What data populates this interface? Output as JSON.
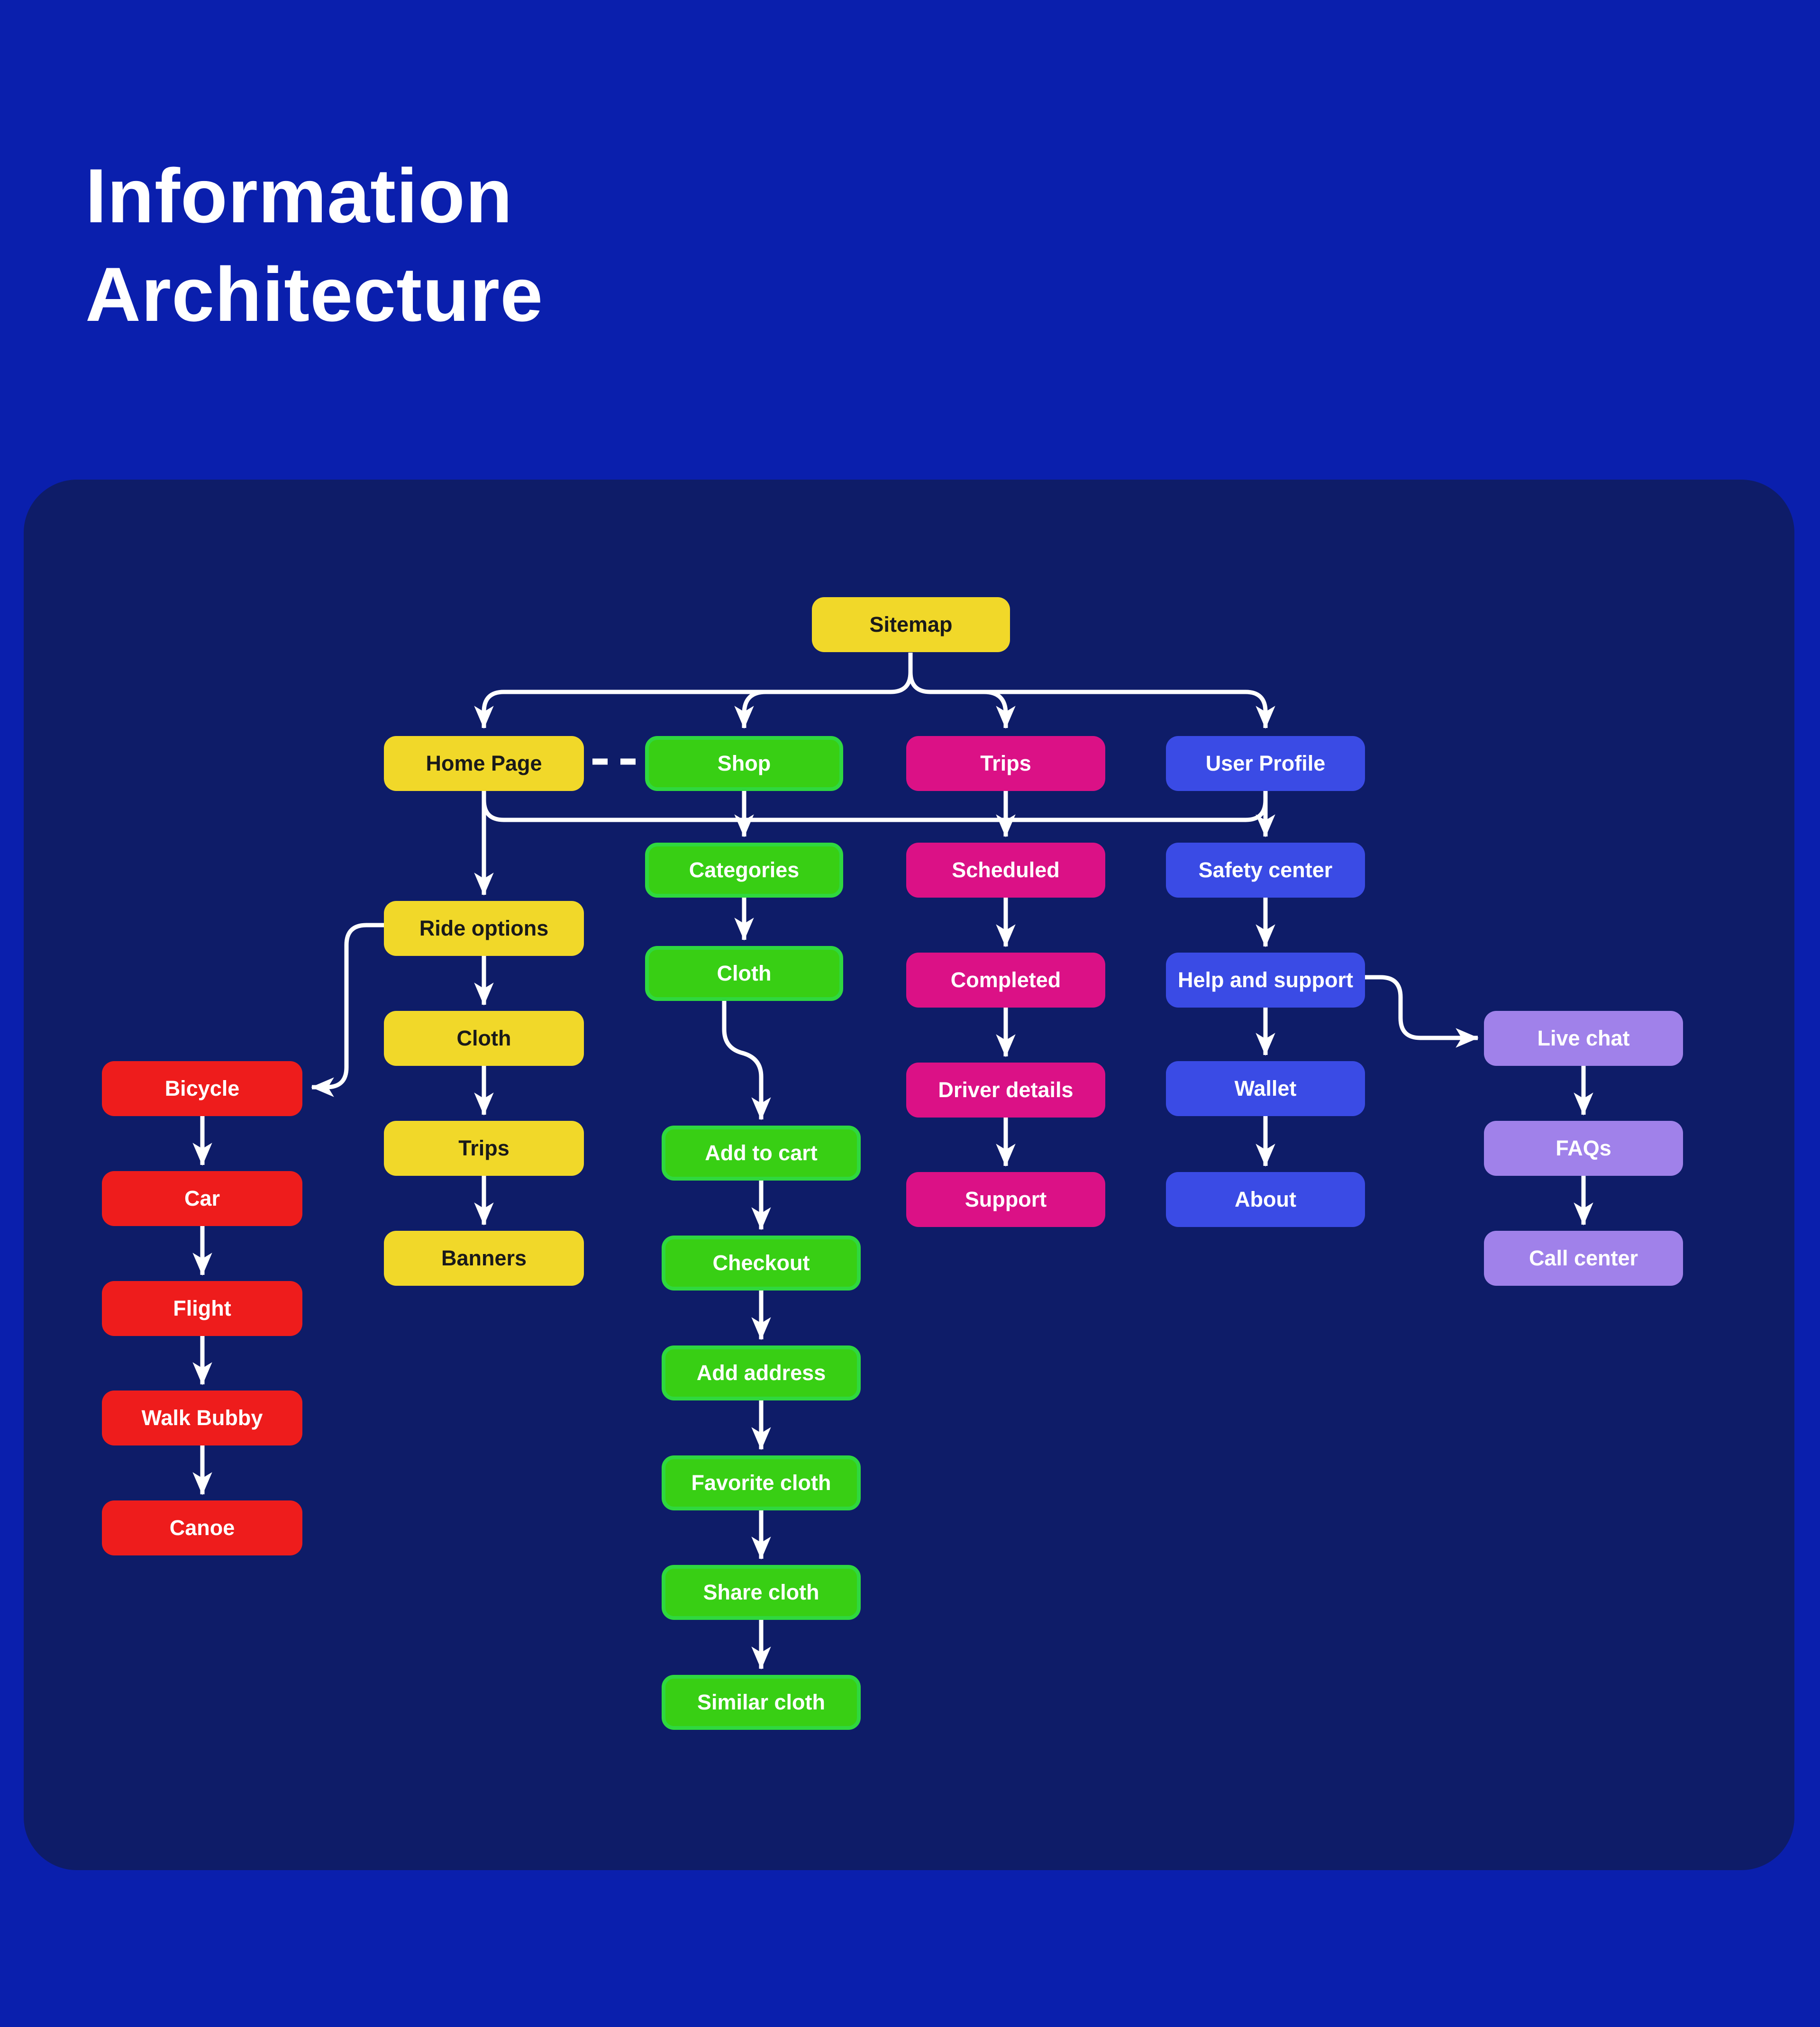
{
  "title": {
    "line1": "Information",
    "line2": "Architecture"
  },
  "nodes": {
    "sitemap": {
      "label": "Sitemap"
    },
    "home_page": {
      "label": "Home Page"
    },
    "shop": {
      "label": "Shop"
    },
    "trips_main": {
      "label": "Trips"
    },
    "user_profile": {
      "label": "User Profile"
    },
    "ride_options": {
      "label": "Ride options"
    },
    "home_cloth": {
      "label": "Cloth"
    },
    "home_trips": {
      "label": "Trips"
    },
    "banners": {
      "label": "Banners"
    },
    "bicycle": {
      "label": "Bicycle"
    },
    "car": {
      "label": "Car"
    },
    "flight": {
      "label": "Flight"
    },
    "walk_bubby": {
      "label": "Walk Bubby"
    },
    "canoe": {
      "label": "Canoe"
    },
    "categories": {
      "label": "Categories"
    },
    "shop_cloth": {
      "label": "Cloth"
    },
    "add_to_cart": {
      "label": "Add to cart"
    },
    "checkout": {
      "label": "Checkout"
    },
    "add_address": {
      "label": "Add address"
    },
    "favorite_cloth": {
      "label": "Favorite cloth"
    },
    "share_cloth": {
      "label": "Share cloth"
    },
    "similar_cloth": {
      "label": "Similar cloth"
    },
    "scheduled": {
      "label": "Scheduled"
    },
    "completed": {
      "label": "Completed"
    },
    "driver_details": {
      "label": "Driver details"
    },
    "support": {
      "label": "Support"
    },
    "safety_center": {
      "label": "Safety center"
    },
    "help_and_support": {
      "label": "Help and support"
    },
    "wallet": {
      "label": "Wallet"
    },
    "about": {
      "label": "About"
    },
    "live_chat": {
      "label": "Live chat"
    },
    "faqs": {
      "label": "FAQs"
    },
    "call_center": {
      "label": "Call center"
    }
  },
  "edges": [
    {
      "from": "sitemap",
      "to": "home_page"
    },
    {
      "from": "sitemap",
      "to": "shop"
    },
    {
      "from": "sitemap",
      "to": "trips_main"
    },
    {
      "from": "sitemap",
      "to": "user_profile"
    },
    {
      "from": "home_page",
      "to": "shop",
      "style": "dashed"
    },
    {
      "from": "home_page",
      "to": "ride_options"
    },
    {
      "from": "ride_options",
      "to": "bicycle"
    },
    {
      "from": "ride_options",
      "to": "home_cloth"
    },
    {
      "from": "home_cloth",
      "to": "home_trips"
    },
    {
      "from": "home_trips",
      "to": "banners"
    },
    {
      "from": "bicycle",
      "to": "car"
    },
    {
      "from": "car",
      "to": "flight"
    },
    {
      "from": "flight",
      "to": "walk_bubby"
    },
    {
      "from": "walk_bubby",
      "to": "canoe"
    },
    {
      "from": "shop",
      "to": "categories"
    },
    {
      "from": "categories",
      "to": "shop_cloth"
    },
    {
      "from": "shop_cloth",
      "to": "add_to_cart"
    },
    {
      "from": "add_to_cart",
      "to": "checkout"
    },
    {
      "from": "checkout",
      "to": "add_address"
    },
    {
      "from": "add_address",
      "to": "favorite_cloth"
    },
    {
      "from": "favorite_cloth",
      "to": "share_cloth"
    },
    {
      "from": "share_cloth",
      "to": "similar_cloth"
    },
    {
      "from": "trips_main",
      "to": "scheduled"
    },
    {
      "from": "scheduled",
      "to": "completed"
    },
    {
      "from": "completed",
      "to": "driver_details"
    },
    {
      "from": "driver_details",
      "to": "support"
    },
    {
      "from": "user_profile",
      "to": "safety_center"
    },
    {
      "from": "safety_center",
      "to": "help_and_support"
    },
    {
      "from": "help_and_support",
      "to": "wallet"
    },
    {
      "from": "wallet",
      "to": "about"
    },
    {
      "from": "help_and_support",
      "to": "live_chat"
    },
    {
      "from": "live_chat",
      "to": "faqs"
    },
    {
      "from": "faqs",
      "to": "call_center"
    }
  ],
  "colors": {
    "background": "#0A1FAD",
    "panel": "#0E1C68",
    "yellow": "#F1D829",
    "green": "#38CF14",
    "green_border": "#2FD83F",
    "red": "#EE1C1C",
    "magenta": "#DB1186",
    "blue": "#3A4BE5",
    "purple": "#A081EA",
    "connector": "#FFFFFF",
    "title_text": "#FFFFFF"
  }
}
